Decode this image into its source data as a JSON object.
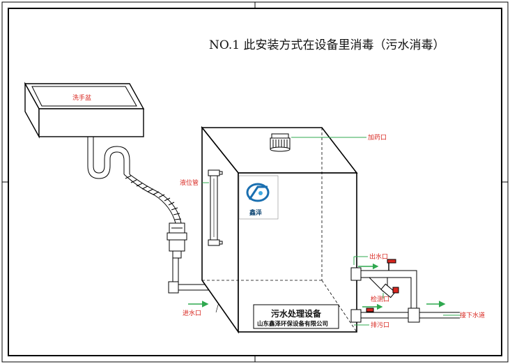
{
  "title": "NO.1  此安装方式在设备里消毒（污水消毒）",
  "labels": {
    "wash_basin": "洗手盆",
    "dosing_port": "加药口",
    "level_gauge": "液位管",
    "inlet": "进水口",
    "outlet": "出水口",
    "inspection_port": "检测口",
    "drain_port": "排污口",
    "downstream": "接下水道"
  },
  "equipment": {
    "name": "污水处理设备",
    "company": "山东鑫泽环保设备有限公司",
    "logo_text": "鑫泽",
    "logo_icon": "xinze-logo-icon"
  },
  "colors": {
    "label_red": "#d8261f",
    "flow_arrow": "#2fa84f",
    "valve_red": "#d8261f",
    "logo_blue": "#1a6fb0"
  }
}
